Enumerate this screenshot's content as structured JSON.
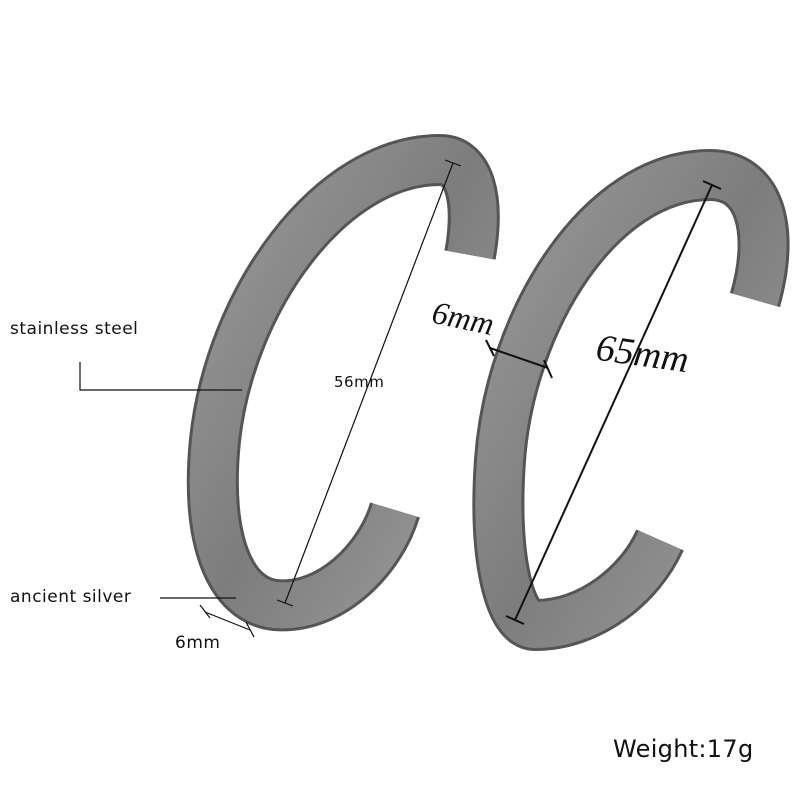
{
  "labels": {
    "material": "stainless steel",
    "finish": "ancient silver",
    "small_width": "6mm",
    "small_diameter": "56mm",
    "large_width": "6mm",
    "large_diameter": "65mm",
    "weight": "Weight:17g"
  },
  "colors": {
    "metal_light": "#a8a8a8",
    "metal_dark": "#5e5e5e",
    "background": "#ffffff"
  }
}
